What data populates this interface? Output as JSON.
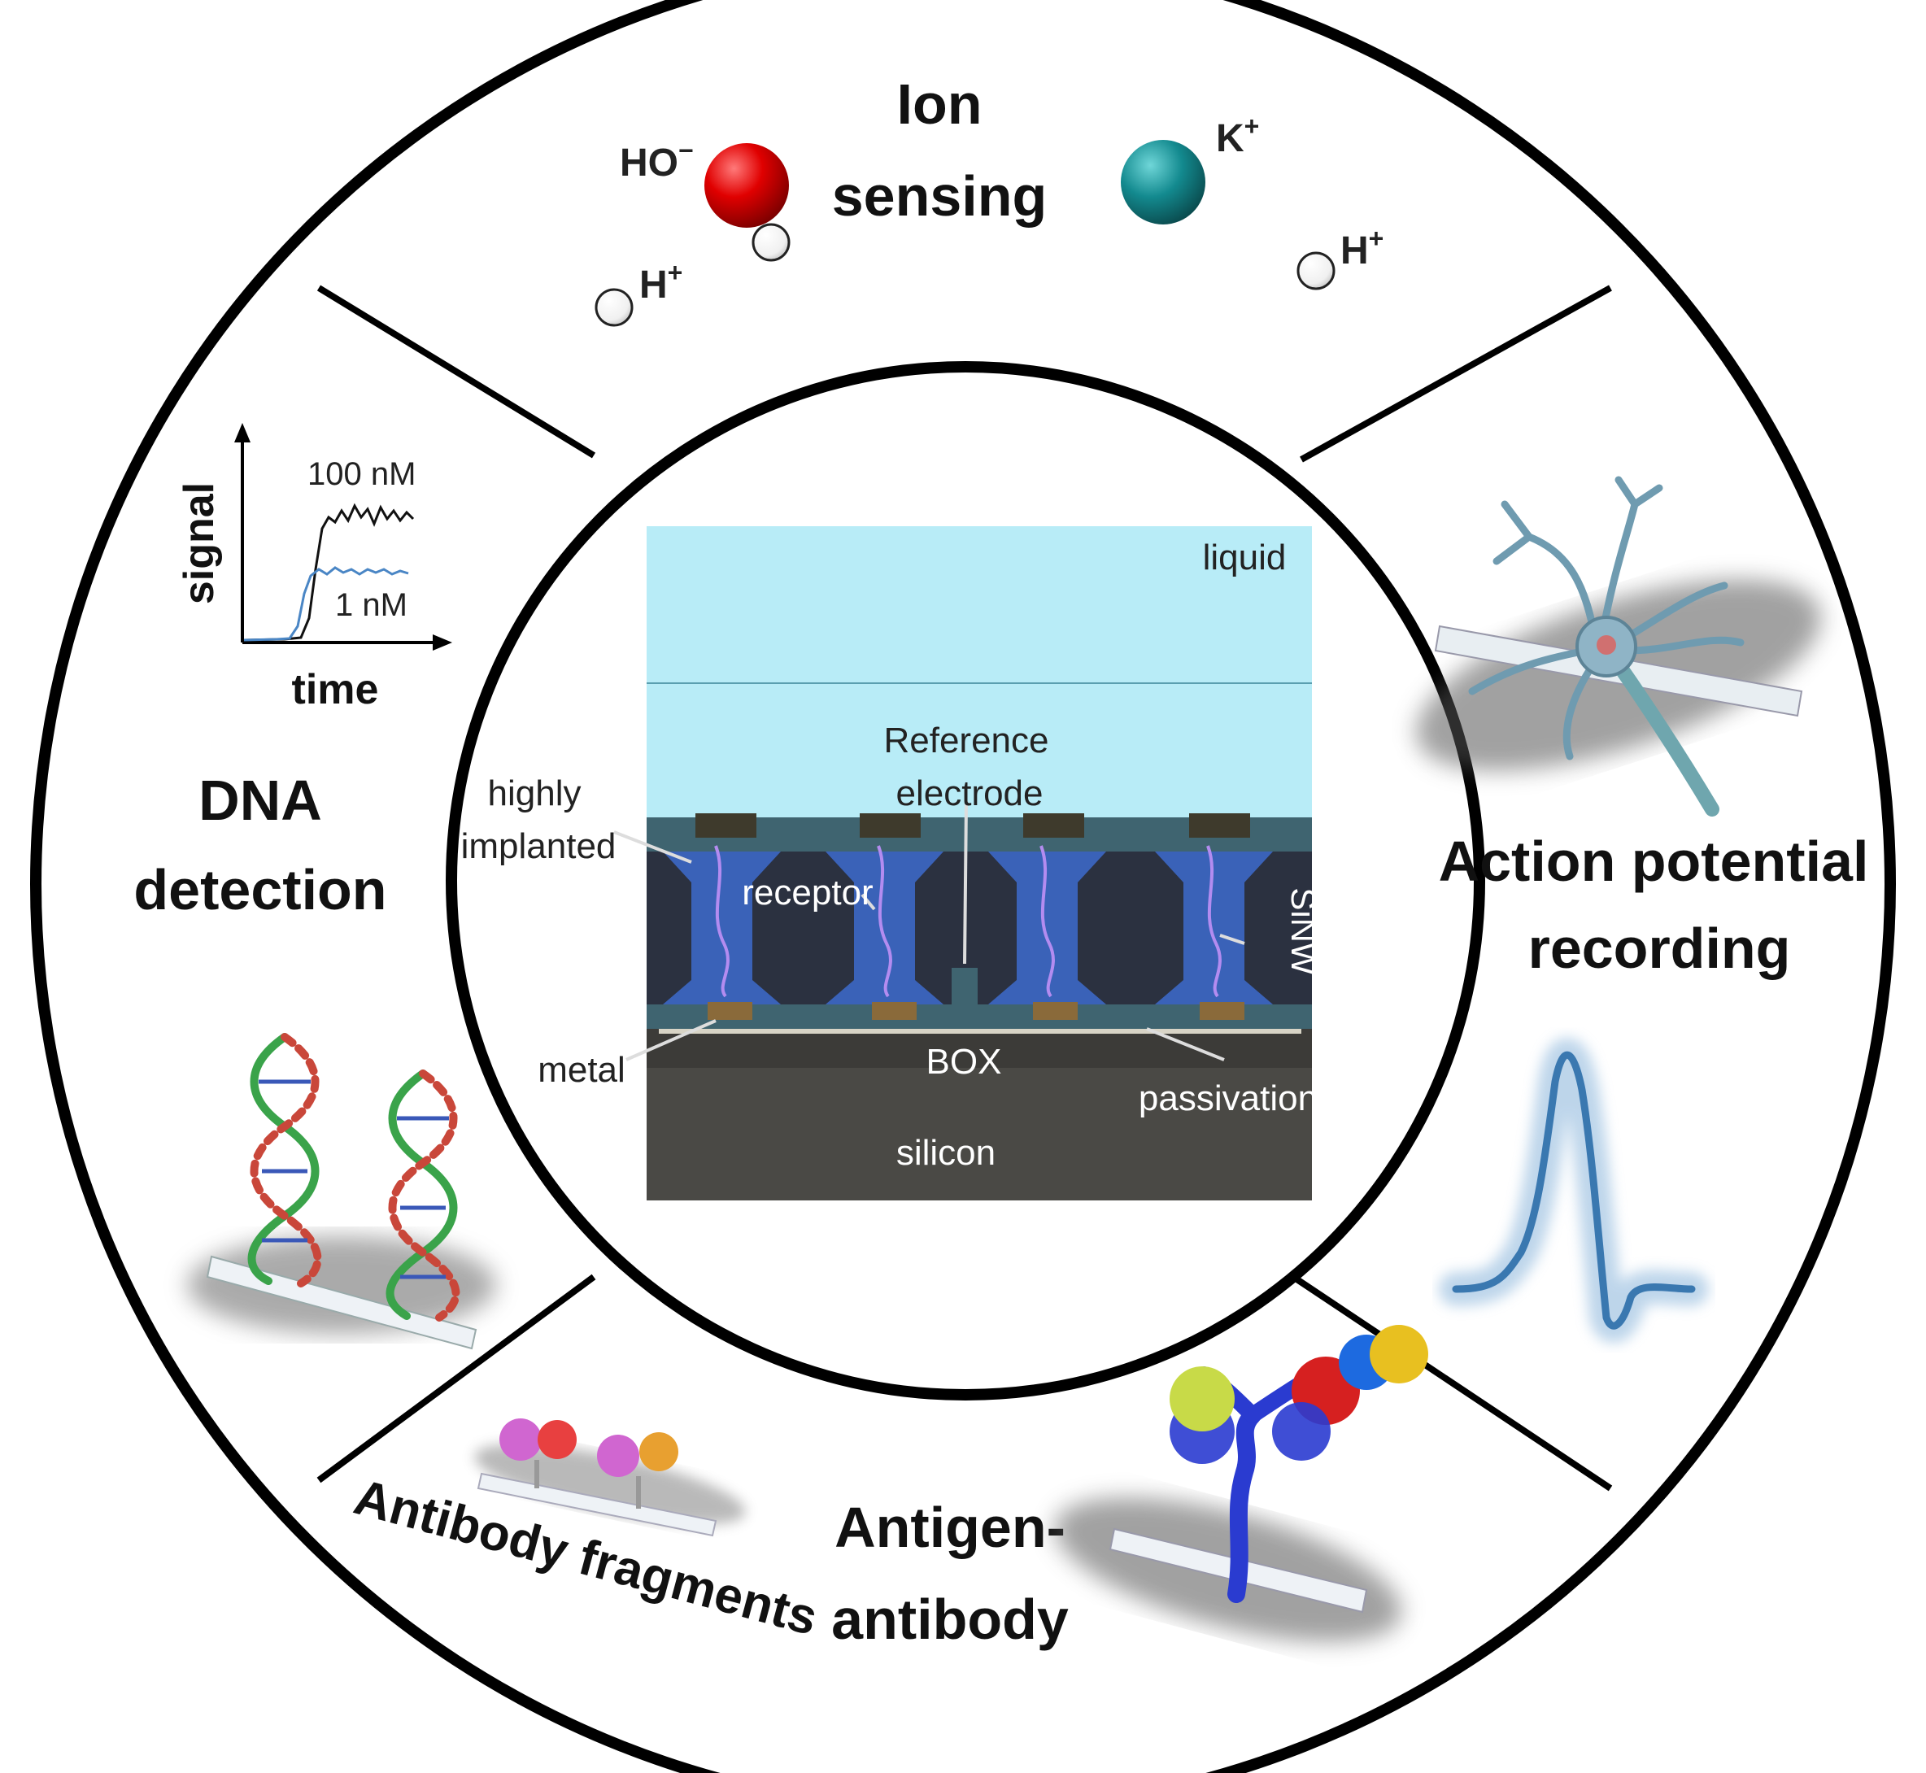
{
  "segments": {
    "ion": {
      "line1": "Ion",
      "line2": "sensing"
    },
    "dna": {
      "line1": "DNA",
      "line2": "detection"
    },
    "action": {
      "line1": "Action potential",
      "line2": "recording"
    },
    "antigen": {
      "line1": "Antigen-",
      "line2": "antibody"
    },
    "fragments": {
      "label": "Antibody fragments"
    }
  },
  "ions": {
    "hydroxide": "HO",
    "hydroxide_sup": "−",
    "potassium": "K",
    "potassium_sup": "+",
    "proton": "H",
    "proton_sup": "+"
  },
  "dna_graph": {
    "ylabel": "signal",
    "xlabel": "time",
    "series_high": "100 nM",
    "series_low": "1 nM"
  },
  "device": {
    "liquid": "liquid",
    "ref_line1": "Reference",
    "ref_line2": "electrode",
    "highly": "highly",
    "implanted": "implanted",
    "receptor": "receptor",
    "sinw": "SiNW",
    "metal": "metal",
    "box": "BOX",
    "passivation": "passivation",
    "silicon": "silicon"
  },
  "colors": {
    "liquid": "#b8ecf7",
    "implant_blue": "#3a62b8",
    "dark_layer": "#2b3140",
    "teal_layer": "#3f6470",
    "metal": "#8a6a3a",
    "silicon": "#4a4945",
    "hydroxide_ball": "#d90000",
    "potassium_ball": "#138a8f",
    "spike": "#3a78b0"
  }
}
